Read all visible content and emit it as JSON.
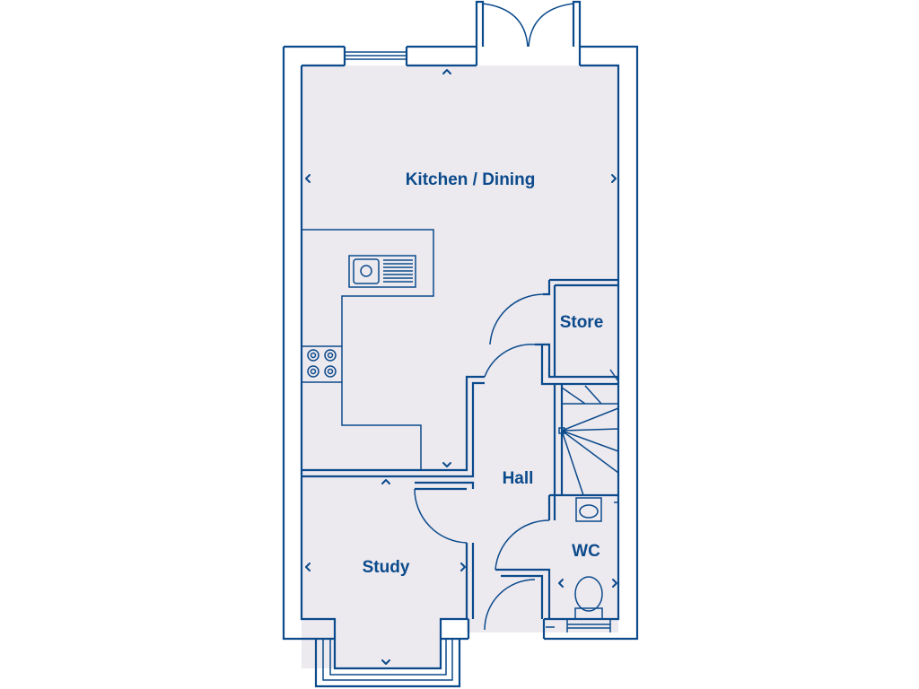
{
  "colors": {
    "line": "#0b4a8b",
    "floor": "#ece9ef",
    "background": "#ffffff"
  },
  "rooms": {
    "kitchen_dining": "Kitchen / Dining",
    "store": "Store",
    "hall": "Hall",
    "wc": "WC",
    "study": "Study"
  }
}
